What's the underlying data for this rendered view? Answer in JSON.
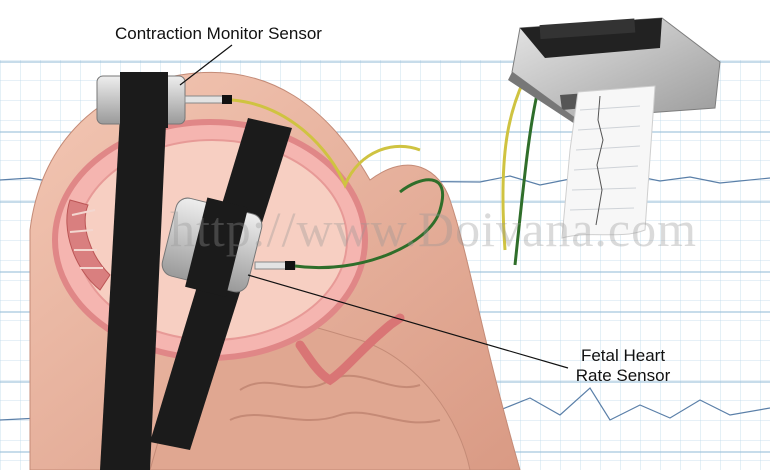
{
  "labels": {
    "contraction_sensor": "Contraction Monitor Sensor",
    "fhr_line1": "Fetal Heart",
    "fhr_line2": "Rate Sensor"
  },
  "watermark": "http://www.Doivana.com",
  "colors": {
    "grid": "#9ec6e0",
    "skin": "#e8b49e",
    "uterus": "#f2a6a6",
    "belt": "#1a1a1a",
    "sensor": "#c9c9c9",
    "cable_yellow": "#c9c23a",
    "cable_green": "#2f6e2a"
  }
}
